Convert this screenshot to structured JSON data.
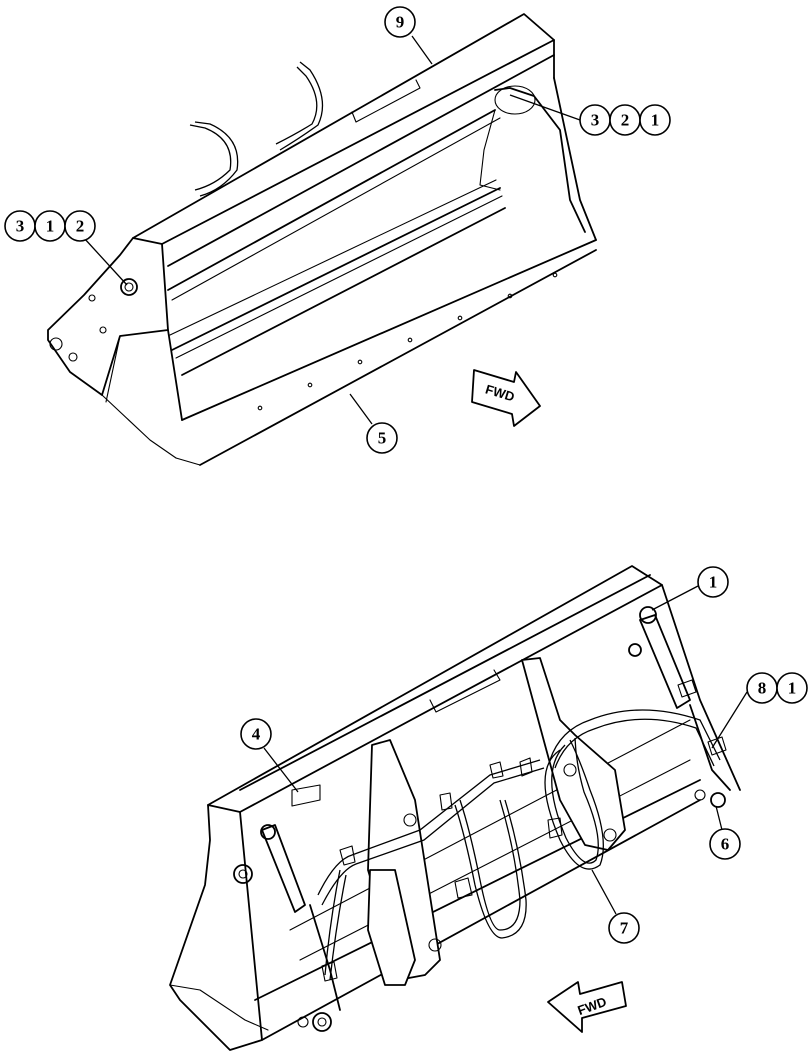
{
  "figure": {
    "top_view": {
      "callouts": [
        {
          "id": "top-9",
          "digits": [
            "9"
          ]
        },
        {
          "id": "top-3-2-1",
          "digits": [
            "3",
            "2",
            "1"
          ]
        },
        {
          "id": "top-3-1-2",
          "digits": [
            "3",
            "1",
            "2"
          ]
        },
        {
          "id": "top-5",
          "digits": [
            "5"
          ]
        }
      ],
      "direction_label": "FWD"
    },
    "bottom_view": {
      "callouts": [
        {
          "id": "bottom-1",
          "digits": [
            "1"
          ]
        },
        {
          "id": "bottom-8-1",
          "digits": [
            "8",
            "1"
          ]
        },
        {
          "id": "bottom-4",
          "digits": [
            "4"
          ]
        },
        {
          "id": "bottom-6",
          "digits": [
            "6"
          ]
        },
        {
          "id": "bottom-7",
          "digits": [
            "7"
          ]
        }
      ],
      "direction_label": "FWD"
    }
  }
}
